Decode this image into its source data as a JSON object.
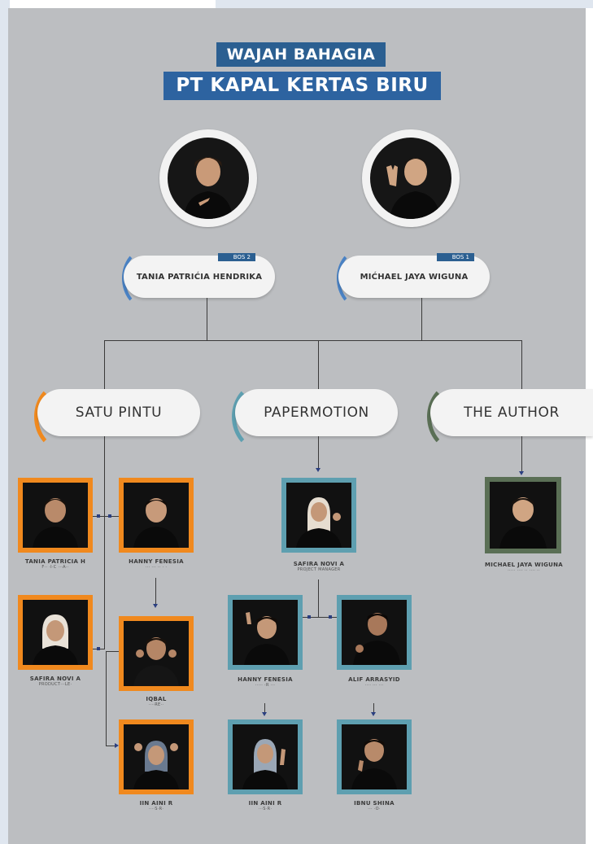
{
  "header": {
    "line1": "WAJAH BAHAGIA",
    "line2": "PT KAPAL KERTAS BIRU"
  },
  "bosses": [
    {
      "name": "TANIA PATRIĆIA HENDRIKA",
      "tag": "BOS 2"
    },
    {
      "name": "MIĆHAEL JAYA WIGUNA",
      "tag": "BOS 1"
    }
  ],
  "groups": [
    {
      "label": "SATU PINTU",
      "color": "#f0891e"
    },
    {
      "label": "PAPERMOTION",
      "color": "#5e9fb0"
    },
    {
      "label": "THE AUTHOR",
      "color": "#5a6f55"
    }
  ],
  "satu_pintu": [
    {
      "name": "TANIA PATRICIA H",
      "role": "F·· ·I·C ···A··"
    },
    {
      "name": "HANNY FENESIA",
      "role": "··· ··· ·· · ·"
    },
    {
      "name": "SAFIRA NOVI A",
      "role": "PRODUCT···LE·"
    },
    {
      "name": "IQBAL",
      "role": "····RE··"
    },
    {
      "name": "IIN AINI R",
      "role": "····S·R·"
    }
  ],
  "papermotion": [
    {
      "name": "SAFIRA NOVI A",
      "role": "PROJECT MANAGER"
    },
    {
      "name": "HANNY FENESIA",
      "role": "····· ·R ···"
    },
    {
      "name": "ALIF ARRASYID",
      "role": "···· ··· ···"
    },
    {
      "name": "IIN AINI R",
      "role": "···S·R·"
    },
    {
      "name": "IBNU SHINA",
      "role": "··· ·O·"
    }
  ],
  "the_author": [
    {
      "name": "MICHAEL JAYA WIGUNA",
      "role": "····· ···· ·· ···· ··"
    }
  ],
  "colors": {
    "panel": "#bcbec1",
    "title_bg": "#2b5f91",
    "accent": "#2b3f80"
  }
}
